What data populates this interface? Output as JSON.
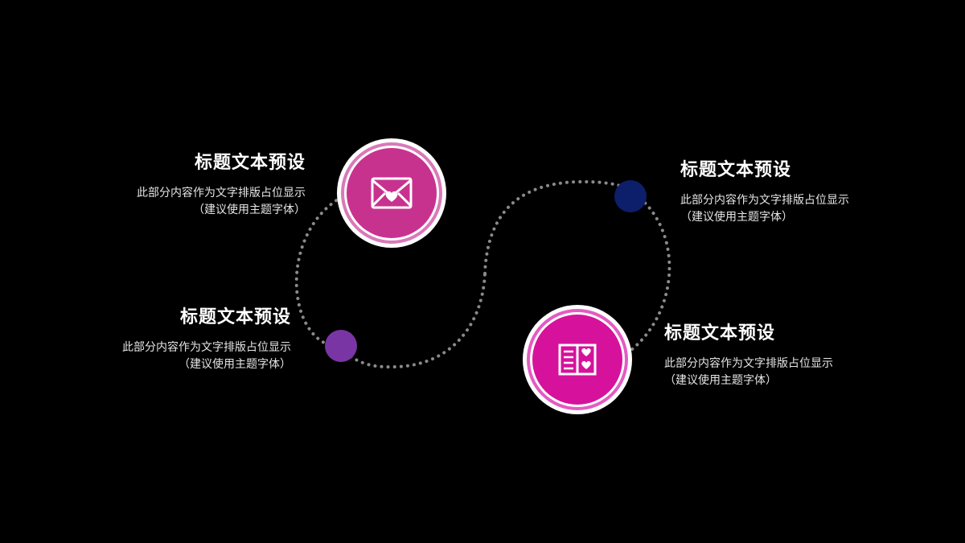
{
  "colors": {
    "background": "#000000",
    "path": "#8a8a8a",
    "node_top_fill": "#c8328f",
    "node_top_ring": "#d979b8",
    "node_bottom_fill": "#d6129c",
    "node_bottom_ring": "#e25cc2",
    "dot_purple": "#7a35a5",
    "dot_navy": "#0d1f6b"
  },
  "nodes": [
    {
      "icon": "envelope-heart-icon"
    },
    {
      "icon": "open-book-heart-icon"
    }
  ],
  "blocks": [
    {
      "title": "标题文本预设",
      "line1": "此部分内容作为文字排版占位显示",
      "line2": "（建议使用主题字体）"
    },
    {
      "title": "标题文本预设",
      "line1": "此部分内容作为文字排版占位显示",
      "line2": "（建议使用主题字体）"
    },
    {
      "title": "标题文本预设",
      "line1": "此部分内容作为文字排版占位显示",
      "line2": "（建议使用主题字体）"
    },
    {
      "title": "标题文本预设",
      "line1": "此部分内容作为文字排版占位显示",
      "line2": "（建议使用主题字体）"
    }
  ]
}
